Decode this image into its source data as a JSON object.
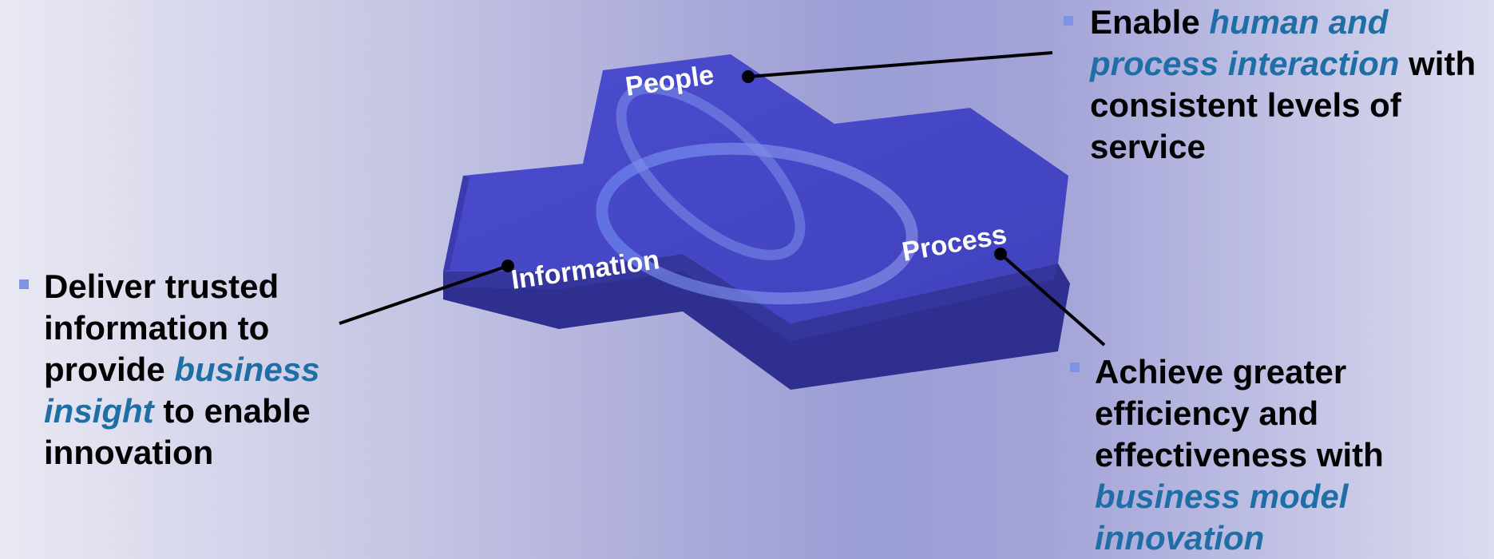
{
  "diagram": {
    "pillars": {
      "people": "People",
      "information": "Information",
      "process": "Process"
    },
    "colors": {
      "shape_top": "#4446c4",
      "shape_side": "#2c2d8a",
      "highlight_text": "#1f6fa6",
      "bullet": "#7f93e6"
    }
  },
  "callouts": {
    "people": {
      "pre": "Enable ",
      "highlight": "human and process interaction",
      "post": " with consistent levels of service"
    },
    "information": {
      "pre": "Deliver trusted information to provide ",
      "highlight": "business insight",
      "post": " to enable innovation"
    },
    "process": {
      "pre": "Achieve greater efficiency and effectiveness with ",
      "highlight": "business model innovation",
      "post": ""
    }
  }
}
